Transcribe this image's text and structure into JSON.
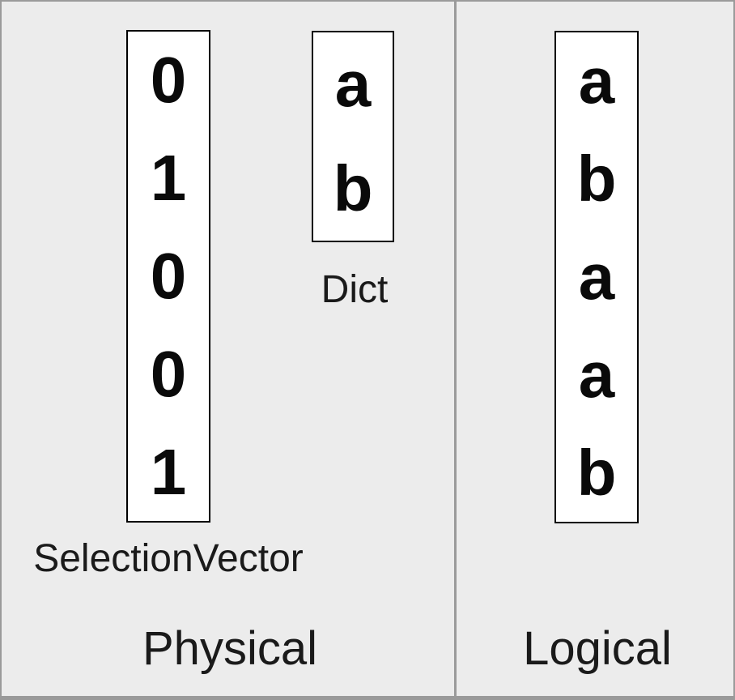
{
  "colors": {
    "background": "#ececec",
    "frame_border": "#9a9a9a",
    "box_border": "#000000",
    "text": "#1a1a1a"
  },
  "panels": {
    "physical": {
      "title": "Physical",
      "selection_vector": {
        "label": "SelectionVector",
        "values": [
          "0",
          "1",
          "0",
          "0",
          "1"
        ]
      },
      "dict": {
        "label": "Dict",
        "values": [
          "a",
          "b"
        ]
      }
    },
    "logical": {
      "title": "Logical",
      "values": [
        "a",
        "b",
        "a",
        "a",
        "b"
      ]
    }
  }
}
